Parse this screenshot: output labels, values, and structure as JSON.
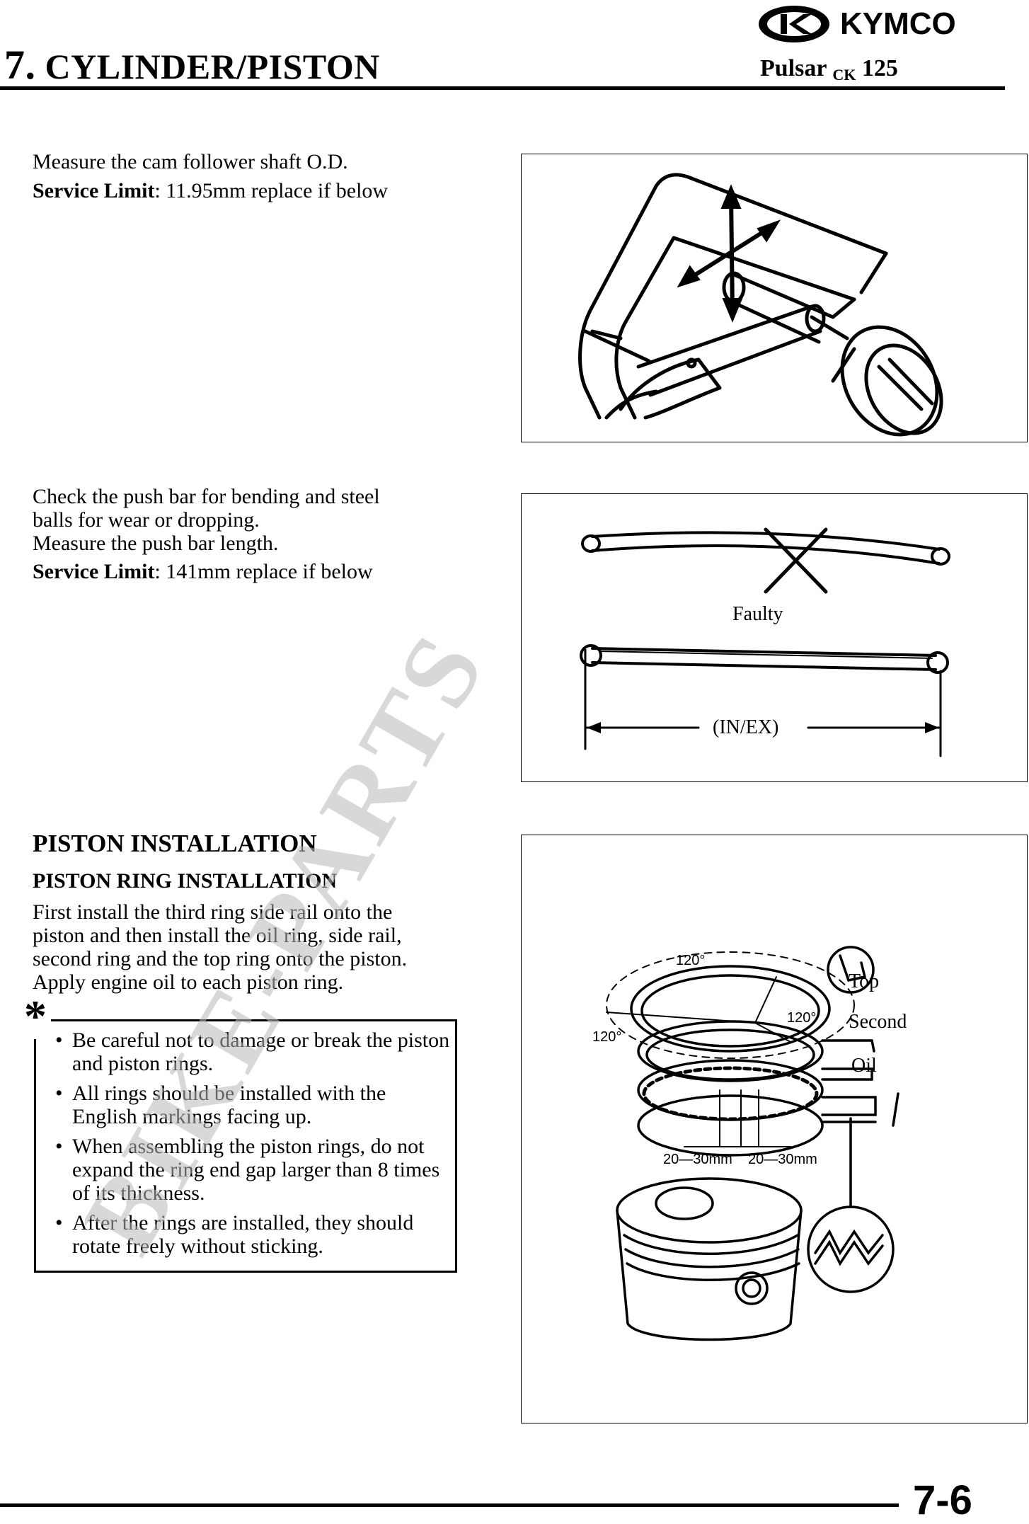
{
  "header": {
    "brand": "KYMCO",
    "section_number": "7.",
    "section_title": "CYLINDER/PISTON",
    "model_name": "Pulsar",
    "model_sub": "CK",
    "model_cc": "125"
  },
  "block1": {
    "line1": "Measure the cam follower shaft O.D.",
    "limit_label": "Service Limit",
    "limit_value": ": 11.95mm replace if below"
  },
  "block2": {
    "line1": "Check the push bar for bending and steel",
    "line2": "balls for wear or dropping.",
    "line3": "Measure the push bar length.",
    "limit_label": "Service Limit",
    "limit_value": ": 141mm replace if below"
  },
  "figure2": {
    "faulty_label": "Faulty",
    "dimension_label": "(IN/EX)"
  },
  "piston_section": {
    "heading": "PISTON INSTALLATION",
    "subheading": "PISTON RING INSTALLATION",
    "para_lines": [
      "First install the third ring side rail onto the",
      "piston and then install the oil ring, side rail,",
      "second ring and the top ring onto the piston.",
      "Apply engine oil to each piston ring."
    ],
    "note_symbol": "*",
    "notes": [
      "Be careful not to damage or break the piston and piston rings.",
      "All rings should be installed with the English markings facing up.",
      "When assembling the piston rings, do not expand the ring end gap larger than 8 times of its thickness.",
      "After the rings are installed, they should rotate freely without sticking."
    ]
  },
  "figure3": {
    "angle_labels": [
      "120°",
      "120°",
      "120°"
    ],
    "gap_labels": [
      "20—30mm",
      "20—30mm"
    ],
    "ring_labels": [
      "Top",
      "Second",
      "Oil"
    ]
  },
  "watermark_text": "BIKE-PARTS",
  "footer": {
    "page_number": "7-6"
  }
}
